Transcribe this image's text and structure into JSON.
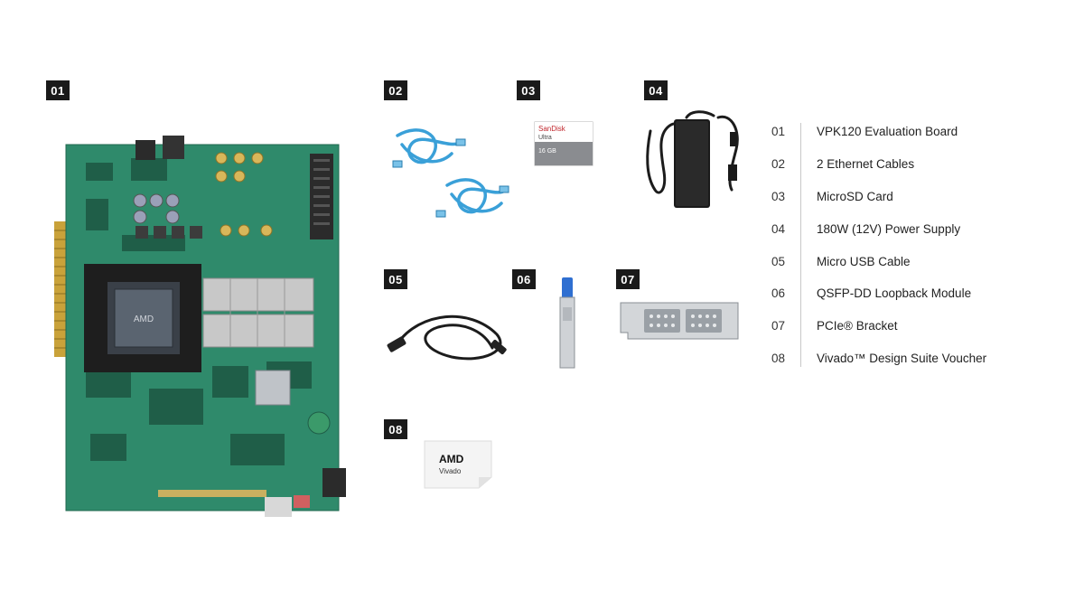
{
  "badges": [
    "01",
    "02",
    "03",
    "04",
    "05",
    "06",
    "07",
    "08"
  ],
  "items": [
    {
      "num": "01",
      "label": "VPK120 Evaluation Board"
    },
    {
      "num": "02",
      "label": "2 Ethernet Cables"
    },
    {
      "num": "03",
      "label": "MicroSD Card"
    },
    {
      "num": "04",
      "label": "180W (12V) Power Supply"
    },
    {
      "num": "05",
      "label": "Micro USB Cable"
    },
    {
      "num": "06",
      "label": "QSFP-DD Loopback Module"
    },
    {
      "num": "07",
      "label": "PCIe® Bracket"
    },
    {
      "num": "08",
      "label": "Vivado™ Design Suite Voucher"
    }
  ],
  "photo_text": {
    "sd_brand": "SanDisk",
    "sd_line": "Ultra",
    "sd_capacity": "16 GB",
    "chip_logo": "AMD",
    "voucher_logo": "AMD",
    "voucher_product": "Vivado"
  },
  "colors": {
    "badge_bg": "#1a1a1a",
    "pcb_green": "#2f8a6b",
    "cable_blue": "#3aa0d8"
  }
}
